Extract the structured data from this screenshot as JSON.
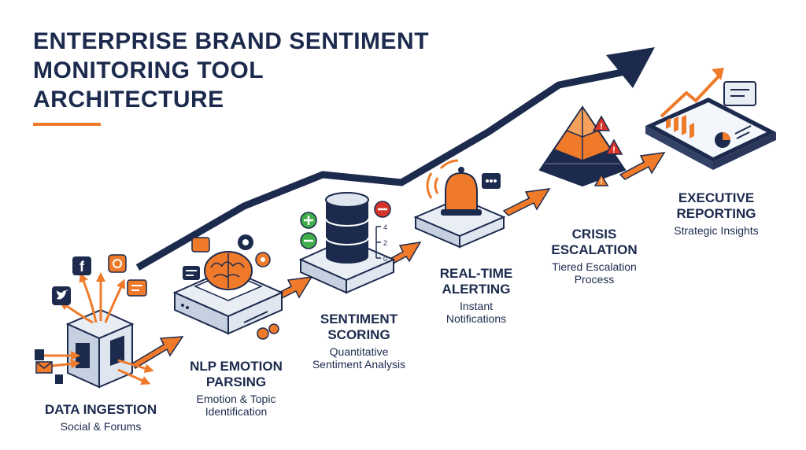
{
  "title": {
    "lines": [
      "ENTERPRISE BRAND SENTIMENT",
      "MONITORING TOOL",
      "ARCHITECTURE"
    ]
  },
  "colors": {
    "navy": "#1c2a4d",
    "orange": "#ee7a2a",
    "light_orange": "#f6a15b",
    "red": "#d8352a",
    "green": "#3fae49",
    "face_light": "#e9eef5",
    "face_mid": "#c5d0e0"
  },
  "stages": [
    {
      "name_lines": [
        "DATA INGESTION"
      ],
      "desc_lines": [
        "Social & Forums"
      ],
      "icon": "cube-with-arrows-icon"
    },
    {
      "name_lines": [
        "NLP EMOTION",
        "PARSING"
      ],
      "desc_lines": [
        "Emotion & Topic",
        "Identification"
      ],
      "icon": "brain-icon"
    },
    {
      "name_lines": [
        "SENTIMENT",
        "SCORING"
      ],
      "desc_lines": [
        "Quantitative",
        "Sentiment Analysis"
      ],
      "icon": "database-icon"
    },
    {
      "name_lines": [
        "REAL-TIME",
        "ALERTING"
      ],
      "desc_lines": [
        "Instant",
        "Notifications"
      ],
      "icon": "bell-icon"
    },
    {
      "name_lines": [
        "CRISIS",
        "ESCALATION"
      ],
      "desc_lines": [
        "Tiered Escalation",
        "Process"
      ],
      "icon": "pyramid-icon"
    },
    {
      "name_lines": [
        "EXECUTIVE",
        "REPORTING"
      ],
      "desc_lines": [
        "Strategic Insights"
      ],
      "icon": "tablet-dashboard-icon"
    }
  ],
  "scale_ticks": [
    "4",
    "2",
    "0"
  ],
  "social_icons": [
    "facebook-icon",
    "twitter-icon",
    "instagram-icon",
    "chat-icon",
    "mail-icon"
  ]
}
